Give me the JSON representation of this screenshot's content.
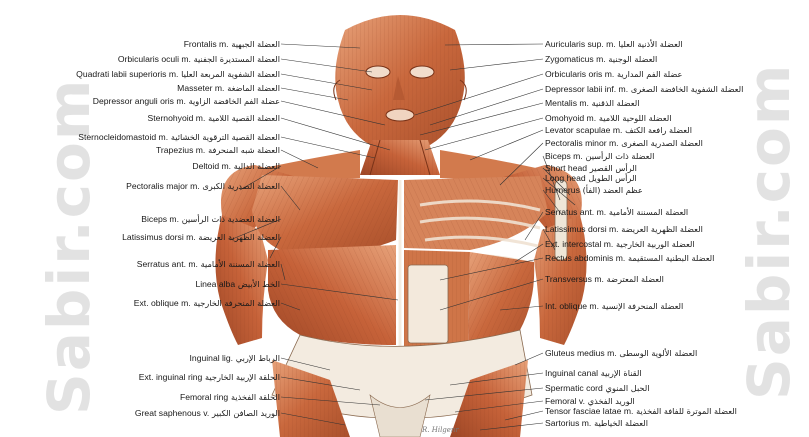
{
  "figure": {
    "watermark_left": "Sabir.com",
    "watermark_right": "Sabir.com",
    "signature": "R. Hilgenr",
    "colors": {
      "muscle": "#c9683d",
      "muscle_light": "#e2a07a",
      "tendon": "#f2e9dc",
      "line": "#333333"
    }
  },
  "labels_left": [
    {
      "latin": "Frontalis m.",
      "arabic": "العضلة الجبهية"
    },
    {
      "latin": "Orbicularis oculi m.",
      "arabic": "العضلة المستديرة الجفنية"
    },
    {
      "latin": "Quadrati labii superioris m.",
      "arabic": "العضلة الشفوية المربعة العليا"
    },
    {
      "latin": "Masseter m.",
      "arabic": "العضلة الماضغة"
    },
    {
      "latin": "Depressor anguli oris m.",
      "arabic": "عضلة الفم الخافضة الزاوية"
    },
    {
      "latin": "Sternohyoid m.",
      "arabic": "العضلة القصية اللامية"
    },
    {
      "latin": "Sternocleidomastoid m.",
      "arabic": "العضلة القصية الترقوية الخشائية"
    },
    {
      "latin": "Trapezius m.",
      "arabic": "العضلة شبه المنحرفة"
    },
    {
      "latin": "Deltoid m.",
      "arabic": "العضلة الدالية"
    },
    {
      "latin": "Pectoralis major m.",
      "arabic": "العضلة الصدرية الكبرى"
    },
    {
      "latin": "Biceps m.",
      "arabic": "العضلة العضدية ذات الرأسين"
    },
    {
      "latin": "Latissimus dorsi m.",
      "arabic": "العضلة الظهرية العريضة"
    },
    {
      "latin": "Serratus ant. m.",
      "arabic": "العضلة المسننة الأمامية"
    },
    {
      "latin": "Linea alba",
      "arabic": "الخط الأبيض"
    },
    {
      "latin": "Ext. oblique m.",
      "arabic": "العضلة المنحرفة الخارجية"
    },
    {
      "latin": "Inguinal lig.",
      "arabic": "الرباط الإربي"
    },
    {
      "latin": "Ext. inguinal ring",
      "arabic": "الحلقة الإربية الخارجية"
    },
    {
      "latin": "Femoral ring",
      "arabic": "الحلقة الفخذية"
    },
    {
      "latin": "Great saphenous v.",
      "arabic": "الوريد الصافن الكبير"
    }
  ],
  "labels_right": [
    {
      "latin": "Auricularis sup. m.",
      "arabic": "العضلة الأذنية العليا"
    },
    {
      "latin": "Zygomaticus m.",
      "arabic": "العضلة الوجنية"
    },
    {
      "latin": "Orbicularis oris m.",
      "arabic": "عضلة الفم المدارية"
    },
    {
      "latin": "Depressor labii inf. m.",
      "arabic": "العضلة الشفوية الخافضة الصغرى"
    },
    {
      "latin": "Mentalis m.",
      "arabic": "العضلة الذقنية"
    },
    {
      "latin": "Omohyoid m.",
      "arabic": "العضلة اللوحية اللامية"
    },
    {
      "latin": "Levator scapulae m.",
      "arabic": "العضلة رافعة الكتف"
    },
    {
      "latin": "Pectoralis minor m.",
      "arabic": "العضلة الصدرية الصغرى"
    },
    {
      "latin": "Biceps m.",
      "arabic": "العضلة ذات الرأسين"
    },
    {
      "latin": "Short head",
      "arabic": "الرأس القصير"
    },
    {
      "latin": "Long head",
      "arabic": "الرأس الطويل"
    },
    {
      "latin": "Humerus",
      "arabic": "عظم العضد (الفأ)"
    },
    {
      "latin": "Serratus ant. m.",
      "arabic": "العضلة المسننة الأمامية"
    },
    {
      "latin": "Latissimus dorsi m.",
      "arabic": "العضلة الظهرية العريضة"
    },
    {
      "latin": "Ext. intercostal m.",
      "arabic": "العضلة الوربية الخارجية"
    },
    {
      "latin": "Rectus abdominis m.",
      "arabic": "العضلة البطنية المستقيمة"
    },
    {
      "latin": "Transversus m.",
      "arabic": "العضلة المعترضة"
    },
    {
      "latin": "Int. oblique m.",
      "arabic": "العضلة المنحرفة الإنسية"
    },
    {
      "latin": "Gluteus medius m.",
      "arabic": "العضلة الألوية الوسطى"
    },
    {
      "latin": "Inguinal canal",
      "arabic": "القناة الإربية"
    },
    {
      "latin": "Spermatic cord",
      "arabic": "الحبل المنوي"
    },
    {
      "latin": "Femoral v.",
      "arabic": "الوريد الفخذي"
    },
    {
      "latin": "Tensor fasciae latae m.",
      "arabic": "العضلة الموترة للفافة الفخذية"
    },
    {
      "latin": "Sartorius m.",
      "arabic": "العضلة الخياطية"
    }
  ]
}
